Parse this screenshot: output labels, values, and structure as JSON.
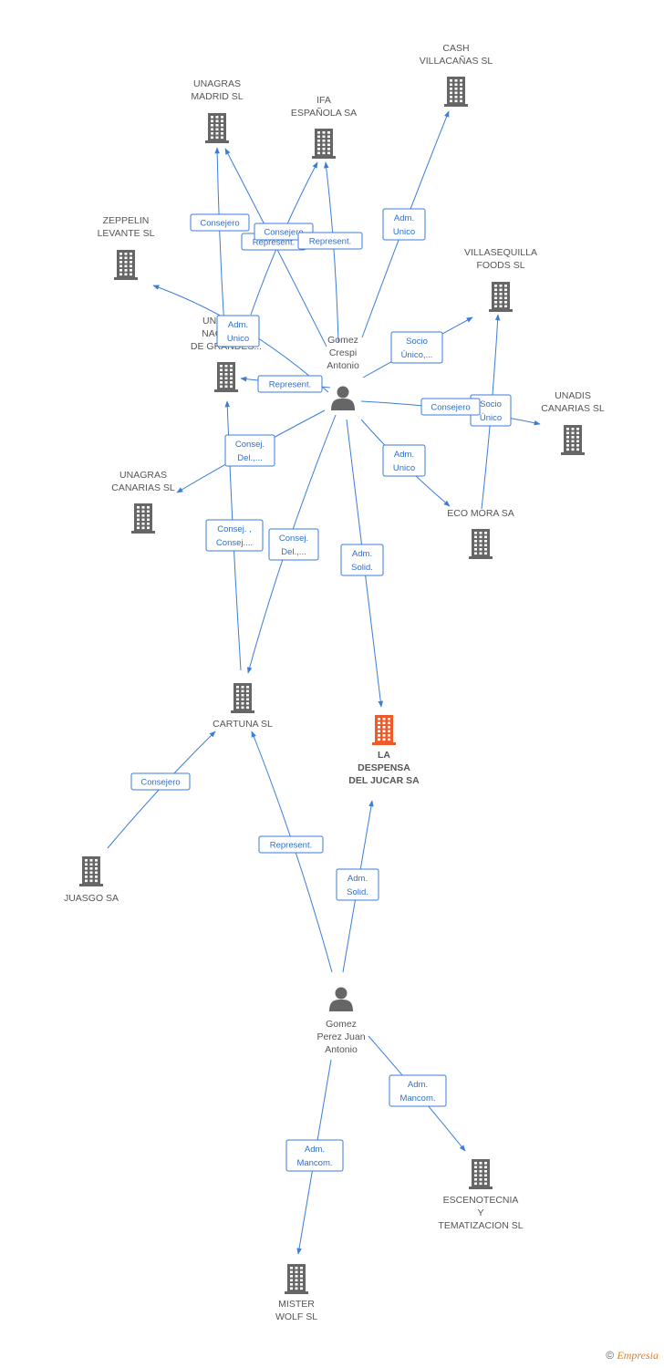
{
  "colors": {
    "edge": "#3b7dd8",
    "node": "#666666",
    "focus": "#f05a28"
  },
  "nodes": [
    {
      "id": "cash",
      "type": "company",
      "label": [
        "CASH",
        "VILLACAÑAS SL"
      ]
    },
    {
      "id": "unagras_madrid",
      "type": "company",
      "label": [
        "UNAGRAS",
        "MADRID SL"
      ]
    },
    {
      "id": "ifa",
      "type": "company",
      "label": [
        "IFA",
        "ESPAÑOLA SA"
      ]
    },
    {
      "id": "zeppelin",
      "type": "company",
      "label": [
        "ZEPPELIN",
        "LEVANTE SL"
      ]
    },
    {
      "id": "villasequilla",
      "type": "company",
      "label": [
        "VILLASEQUILLA",
        "FOODS SL"
      ]
    },
    {
      "id": "unagras_nac",
      "type": "company",
      "label": [
        "UNAGRAS",
        "NACIONAL",
        "DE GRANDES..."
      ]
    },
    {
      "id": "gomez_crespi",
      "type": "person",
      "label": [
        "Gomez",
        "Crespi",
        "Antonio"
      ]
    },
    {
      "id": "unadis",
      "type": "company",
      "label": [
        "UNADIS",
        "CANARIAS SL"
      ]
    },
    {
      "id": "unagras_can",
      "type": "company",
      "label": [
        "UNAGRAS",
        "CANARIAS SL"
      ]
    },
    {
      "id": "ecomora",
      "type": "company",
      "label": [
        "ECO MORA SA"
      ]
    },
    {
      "id": "cartuna",
      "type": "company",
      "label": [
        "CARTUNA SL"
      ]
    },
    {
      "id": "despensa",
      "type": "focus",
      "label": [
        "LA",
        "DESPENSA",
        "DEL JUCAR SA"
      ]
    },
    {
      "id": "juasgo",
      "type": "company",
      "label": [
        "JUASGO SA"
      ]
    },
    {
      "id": "gomez_perez",
      "type": "person",
      "label": [
        "Gomez",
        "Perez Juan",
        "Antonio"
      ]
    },
    {
      "id": "escenotecnia",
      "type": "company",
      "label": [
        "ESCENOTECNIA",
        "Y",
        "TEMATIZACION SL"
      ]
    },
    {
      "id": "mister_wolf",
      "type": "company",
      "label": [
        "MISTER",
        "WOLF SL"
      ]
    }
  ],
  "edges": [
    {
      "from": "gomez_crespi",
      "to": "cash",
      "label": [
        "Adm.",
        "Unico"
      ]
    },
    {
      "from": "unagras_nac",
      "to": "unagras_madrid",
      "label": [
        "Consejero"
      ]
    },
    {
      "from": "gomez_crespi",
      "to": "unagras_madrid",
      "label": [
        "Represent."
      ]
    },
    {
      "from": "unagras_nac",
      "to": "ifa",
      "label": [
        "Consejero"
      ]
    },
    {
      "from": "gomez_crespi",
      "to": "ifa",
      "label": [
        "Represent."
      ]
    },
    {
      "from": "gomez_crespi",
      "to": "zeppelin",
      "label": [
        "Adm.",
        "Unico"
      ]
    },
    {
      "from": "gomez_crespi",
      "to": "villasequilla",
      "label": [
        "Socio",
        "Único,..."
      ]
    },
    {
      "from": "ecomora",
      "to": "villasequilla",
      "label": [
        "Socio",
        "Único"
      ]
    },
    {
      "from": "gomez_crespi",
      "to": "unadis",
      "label": [
        "Consejero"
      ]
    },
    {
      "from": "gomez_crespi",
      "to": "unagras_nac",
      "label": [
        "Represent."
      ]
    },
    {
      "from": "gomez_crespi",
      "to": "unagras_can",
      "label": [
        "Consej.",
        "Del.,..."
      ]
    },
    {
      "from": "gomez_crespi",
      "to": "ecomora",
      "label": [
        "Adm.",
        "Unico"
      ]
    },
    {
      "from": "cartuna",
      "to": "unagras_nac",
      "label": [
        "Consej. ,",
        "Consej...."
      ]
    },
    {
      "from": "gomez_crespi",
      "to": "cartuna",
      "label": [
        "Consej.",
        "Del.,..."
      ]
    },
    {
      "from": "gomez_crespi",
      "to": "despensa",
      "label": [
        "Adm.",
        "Solid."
      ]
    },
    {
      "from": "juasgo",
      "to": "cartuna",
      "label": [
        "Consejero"
      ]
    },
    {
      "from": "gomez_perez",
      "to": "cartuna",
      "label": [
        "Represent."
      ]
    },
    {
      "from": "gomez_perez",
      "to": "despensa",
      "label": [
        "Adm.",
        "Solid."
      ]
    },
    {
      "from": "gomez_perez",
      "to": "escenotecnia",
      "label": [
        "Adm.",
        "Mancom."
      ]
    },
    {
      "from": "gomez_perez",
      "to": "mister_wolf",
      "label": [
        "Adm.",
        "Mancom."
      ]
    }
  ],
  "copyright": {
    "symbol": "©",
    "brand": "Empresia"
  }
}
